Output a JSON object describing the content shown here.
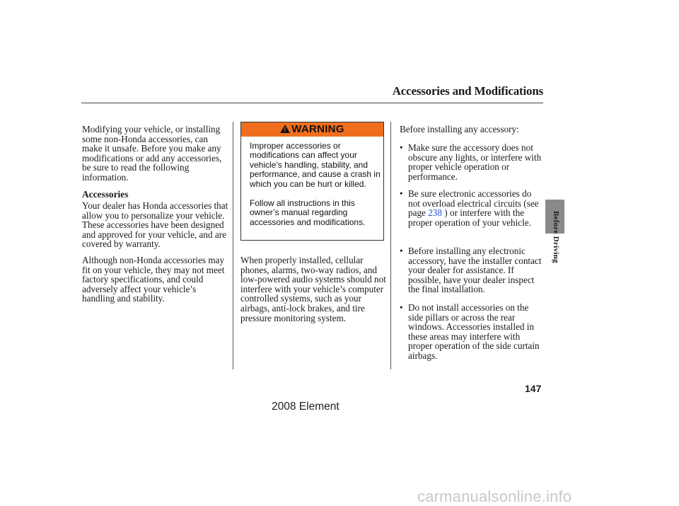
{
  "header": {
    "title": "Accessories and Modifications"
  },
  "column1": {
    "intro": "Modifying your vehicle, or installing some non-Honda accessories, can make it unsafe. Before you make any modifications or add any accessories, be sure to read the following information.",
    "heading": "Accessories",
    "para1": "Your dealer has Honda accessories that allow you to personalize your vehicle. These accessories have been designed and approved for your vehicle, and are covered by warranty.",
    "para2": "Although non-Honda accessories may fit on your vehicle, they may not meet factory specifications, and could adversely affect your vehicle’s handling and stability."
  },
  "warning": {
    "label": "WARNING",
    "text1": "Improper accessories or modifications can affect your vehicle’s handling, stability, and performance, and cause a crash in which you can be hurt or killed.",
    "text2": "Follow all instructions in this owner’s manual regarding accessories and modifications."
  },
  "column2": {
    "para": "When properly installed, cellular phones, alarms, two-way radios, and low-powered audio systems should not interfere with your vehicle’s computer controlled systems, such as your airbags, anti-lock brakes, and tire pressure monitoring system."
  },
  "column3": {
    "intro": "Before installing any accessory:",
    "bullet_symbol": "•",
    "bullet1": "Make sure the accessory does not obscure any lights, or interfere with proper vehicle operation or performance.",
    "bullet2_a": "Be sure electronic accessories do not overload electrical circuits (see page",
    "bullet2_link": "238",
    "bullet2_b": ") or interfere with the proper operation of your vehicle.",
    "bullet3": "Before installing any electronic accessory, have the installer contact your dealer for assistance. If possible, have your dealer inspect the final installation.",
    "bullet4": "Do not install accessories on the side pillars or across the rear windows. Accessories installed in these areas may interfere with proper operation of the side curtain airbags."
  },
  "sidebar": {
    "section_label": "Before Driving"
  },
  "footer": {
    "page_number": "147",
    "model": "2008  Element",
    "watermark": "carmanualsonline.info"
  },
  "colors": {
    "warning_bg": "#f06f1f",
    "link": "#2050d0",
    "side_tab": "#8a8a8a"
  }
}
